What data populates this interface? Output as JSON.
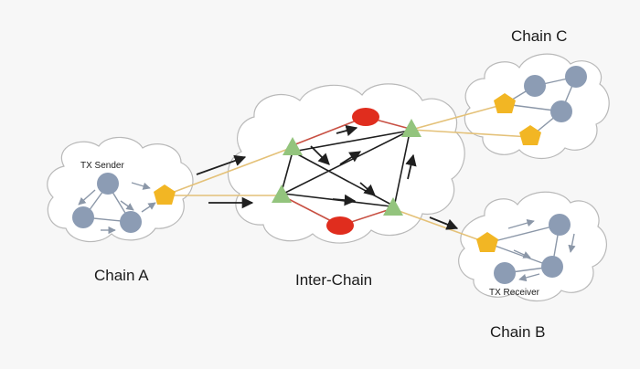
{
  "labels": {
    "chain_a": "Chain A",
    "chain_b": "Chain B",
    "chain_c": "Chain C",
    "inter_chain": "Inter-Chain",
    "tx_sender": "TX Sender",
    "tx_receiver": "TX Receiver"
  },
  "colors": {
    "background": "#f7f7f7",
    "cloud_fill": "#ffffff",
    "cloud_stroke": "#b9b9b9",
    "chain_node": "#8c9cb4",
    "gateway": "#f2b624",
    "relay": "#93c47d",
    "hub": "#e02d1e",
    "link_gold": "#e4c178",
    "link_red": "#c85043",
    "arrow_dark": "#1f1f1f",
    "arrow_grey": "#8b97a8"
  }
}
